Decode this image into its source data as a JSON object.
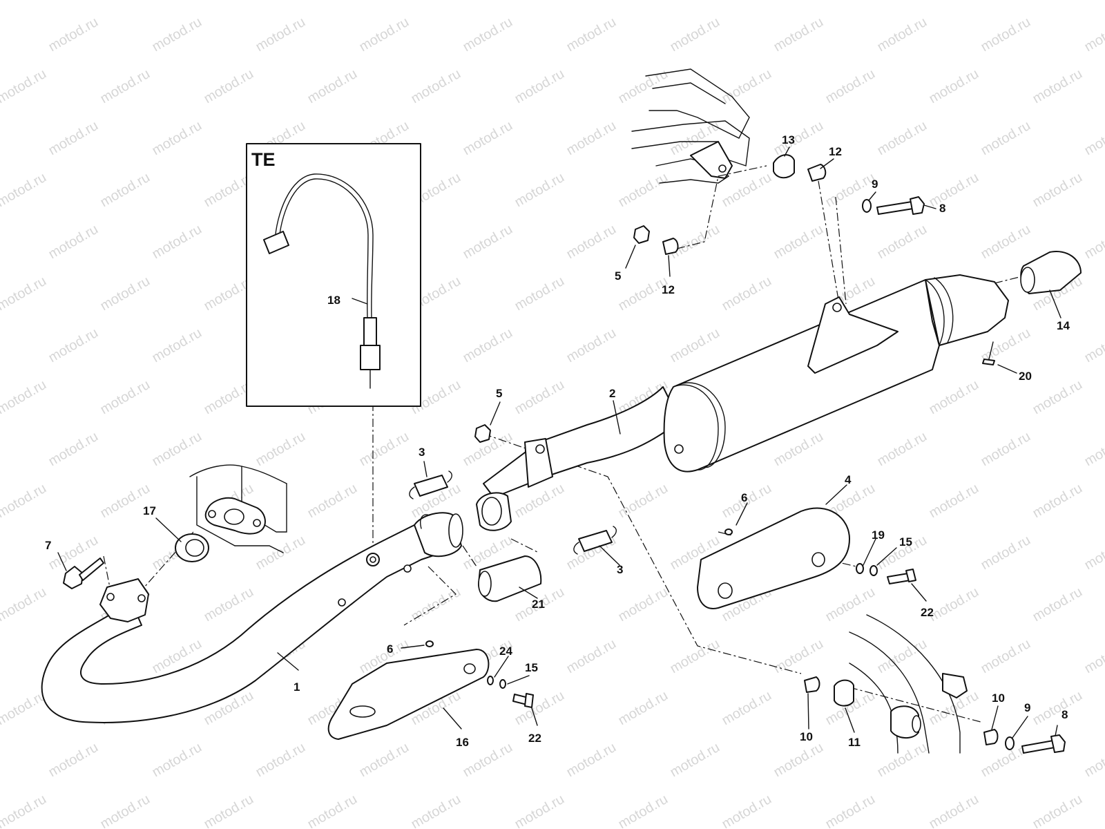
{
  "watermark": {
    "text": "motod.ru",
    "color": "#d6d6d6"
  },
  "inset": {
    "title": "TE"
  },
  "callouts": {
    "c1": "1",
    "c2": "2",
    "c3a": "3",
    "c3b": "3",
    "c4": "4",
    "c5a": "5",
    "c5b": "5",
    "c6a": "6",
    "c6b": "6",
    "c7": "7",
    "c8a": "8",
    "c8b": "8",
    "c9a": "9",
    "c9b": "9",
    "c10a": "10",
    "c10b": "10",
    "c11": "11",
    "c12a": "12",
    "c12b": "12",
    "c13": "13",
    "c14": "14",
    "c15a": "15",
    "c15b": "15",
    "c16": "16",
    "c17": "17",
    "c18": "18",
    "c19": "19",
    "c20": "20",
    "c21": "21",
    "c22a": "22",
    "c22b": "22",
    "c24": "24"
  }
}
